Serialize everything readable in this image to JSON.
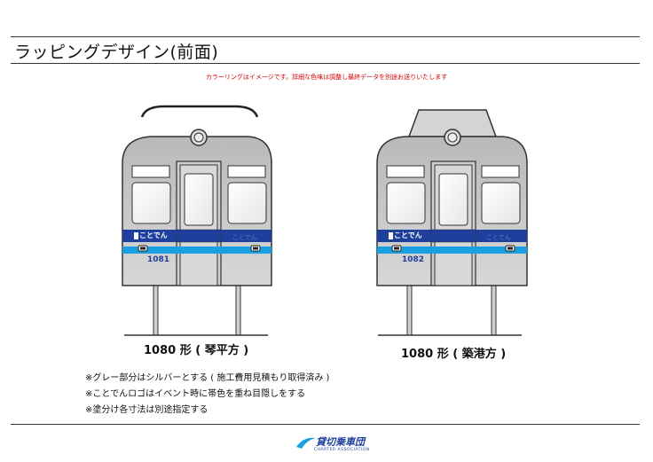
{
  "page": {
    "title": "ラッピングデザイン(前面)",
    "note": "カラーリングはイメージです。詳細な色味は調整し最終データを別途お送りいたします"
  },
  "trains": [
    {
      "id": "1081",
      "logo_text": "ことでん",
      "caption": "1080 形 ( 琴平方 )"
    },
    {
      "id": "1082",
      "logo_text": "ことでん",
      "caption": "1080 形 ( 築港方 )"
    }
  ],
  "remarks": [
    "※グレー部分はシルバーとする ( 施工費用見積もり取得済み )",
    "※ことでんロゴはイベント時に帯色を重ね目隠しをする",
    "※塗分け各寸法は別途指定する"
  ],
  "footer": {
    "logo_text": "貸切乗車団",
    "logo_subtext": "CHARTER ASSOCIATION"
  },
  "colors": {
    "band_dark": "#1f3f9c",
    "band_light": "#1aa0e0",
    "body_gray": "#c9c9c9",
    "note_red": "#d40000"
  }
}
